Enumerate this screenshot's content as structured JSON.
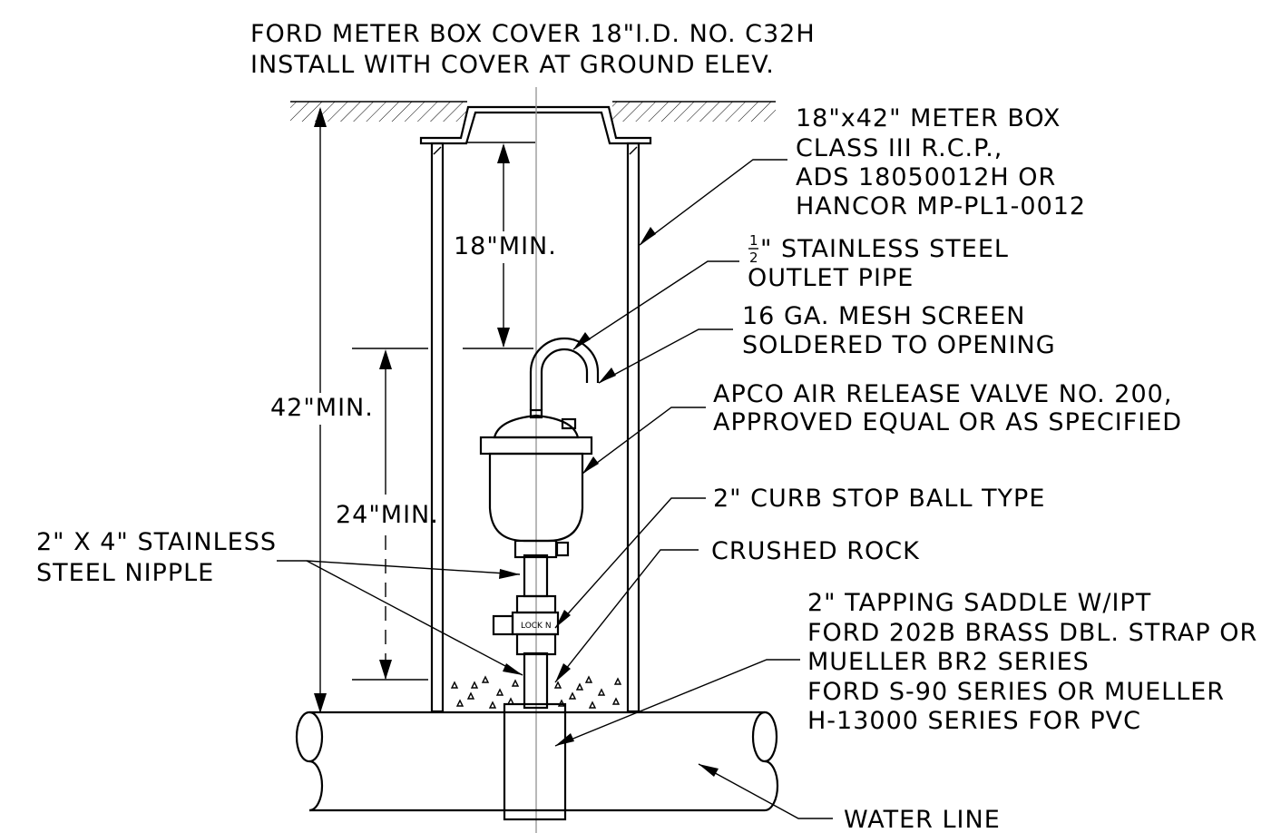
{
  "title": {
    "line1": "FORD METER BOX COVER 18\"I.D. NO. C32H",
    "line2": "INSTALL WITH COVER AT GROUND ELEV."
  },
  "callouts": {
    "meter_box": [
      "18\"x42\" METER BOX",
      "CLASS III R.C.P.,",
      "ADS 18050012H OR",
      "HANCOR MP-PL1-0012"
    ],
    "outlet_pipe": {
      "fraction_num": "1",
      "fraction_den": "2",
      "line1_rest": "\" STAINLESS STEEL",
      "line2": "OUTLET PIPE"
    },
    "mesh_screen": [
      "16 GA. MESH SCREEN",
      "SOLDERED TO OPENING"
    ],
    "valve": [
      "APCO AIR RELEASE VALVE NO. 200,",
      "APPROVED EQUAL OR AS SPECIFIED"
    ],
    "curb_stop": "2\" CURB STOP BALL TYPE",
    "crushed_rock": "CRUSHED ROCK",
    "saddle": [
      "2\" TAPPING SADDLE W/IPT",
      "FORD 202B BRASS DBL. STRAP OR",
      "MUELLER BR2 SERIES",
      "FORD S-90 SERIES OR MUELLER",
      "H-13000 SERIES FOR PVC"
    ],
    "water_line": "WATER LINE",
    "nipple": [
      "2\" X 4\" STAINLESS",
      "STEEL NIPPLE"
    ]
  },
  "dimensions": {
    "min18": "18\"MIN.",
    "min42": "42\"MIN.",
    "min24": "24\"MIN."
  },
  "valve_mark": "LOCK N"
}
